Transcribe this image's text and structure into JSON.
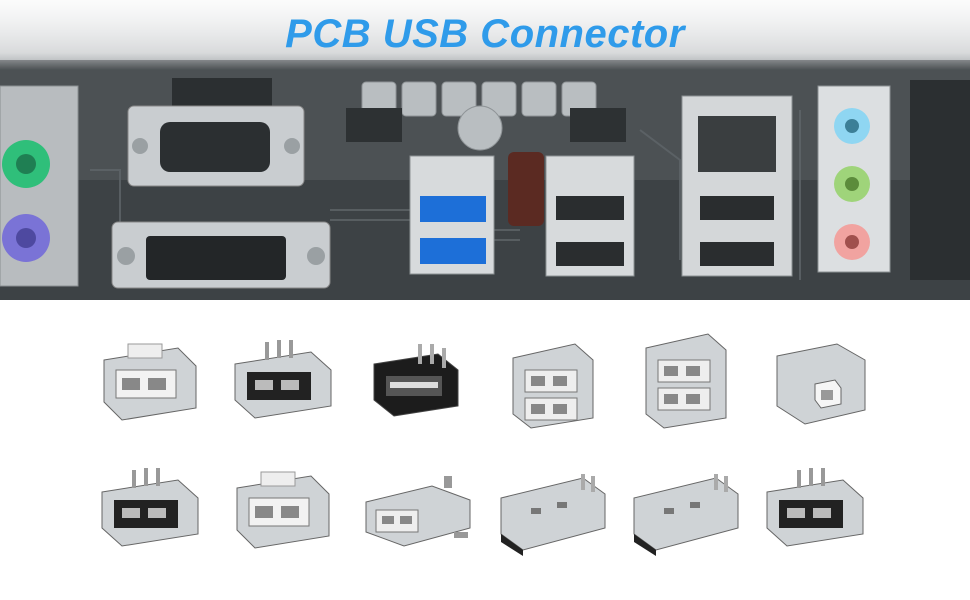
{
  "title": "PCB USB Connector",
  "colors": {
    "title": "#2f9bea",
    "board": "#4b5054",
    "port_blue": "#1d6fd8",
    "audio_blue": "#8fd6f2",
    "audio_green": "#9fd47a",
    "audio_pink": "#f1a3a0",
    "ps2_green": "#2fbf7a",
    "ps2_purple": "#7a73d6",
    "metal": "#cfd3d6"
  },
  "parts": [
    {
      "name": "usb-a-female-white-vertical",
      "style": "white"
    },
    {
      "name": "usb-a-female-black-smd",
      "style": "black-low"
    },
    {
      "name": "usb-a-female-black-right-angle",
      "style": "black-box"
    },
    {
      "name": "usb-a-dual-stack-a",
      "style": "stack"
    },
    {
      "name": "usb-a-dual-stack-b",
      "style": "stack-tall"
    },
    {
      "name": "usb-b-female",
      "style": "usb-b"
    },
    {
      "name": "usb-a-female-black-rear-pins",
      "style": "black-low"
    },
    {
      "name": "usb-a-female-white-rear-pins",
      "style": "white"
    },
    {
      "name": "usb-a-female-side-mount",
      "style": "side"
    },
    {
      "name": "usb-a-male-plug-a",
      "style": "male"
    },
    {
      "name": "usb-a-male-plug-b",
      "style": "male"
    },
    {
      "name": "usb-a-female-smd-flat",
      "style": "black-low"
    }
  ]
}
